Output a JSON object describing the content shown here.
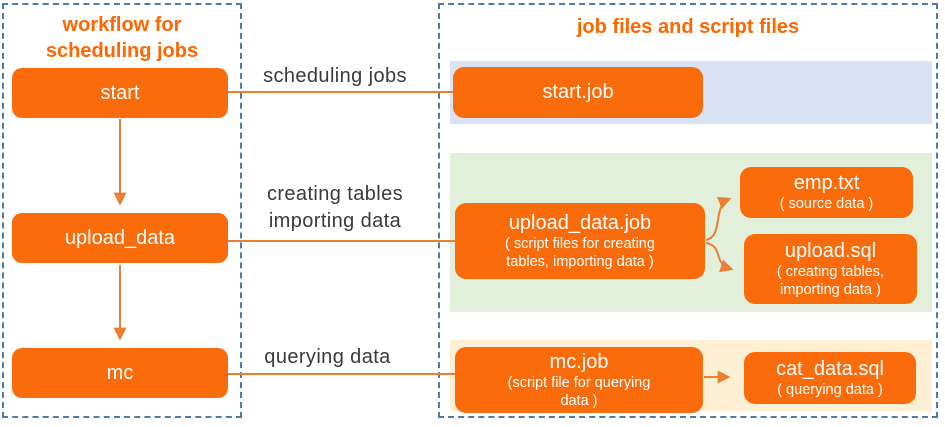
{
  "colors": {
    "box_orange": "#fa6b0c",
    "title_orange": "#ff6600",
    "connector_orange": "#ed7d31",
    "panel_border_blue": "#4e7ca6",
    "band_blue": "#dae3f3",
    "band_green": "#e2efda",
    "band_cream": "#fcefd4",
    "label_text": "#3a3a3a"
  },
  "left_panel": {
    "title": "workflow for\nscheduling jobs",
    "nodes": [
      {
        "label": "start"
      },
      {
        "label": "upload_data"
      },
      {
        "label": "mc"
      }
    ]
  },
  "connectors": [
    {
      "label": "scheduling jobs"
    },
    {
      "label": "creating tables\nimporting data"
    },
    {
      "label": "querying data"
    }
  ],
  "right_panel": {
    "title": "job files and script files",
    "rows": [
      {
        "band_color": "#dae3f3",
        "files": [
          {
            "name": "start.job",
            "description": ""
          }
        ]
      },
      {
        "band_color": "#e2efda",
        "files": [
          {
            "name": "upload_data.job",
            "description": "( script files for creating\ntables, importing data )"
          },
          {
            "name": "emp.txt",
            "description": "( source data )"
          },
          {
            "name": "upload.sql",
            "description": "( creating tables,\nimporting data )"
          }
        ]
      },
      {
        "band_color": "#fcefd4",
        "files": [
          {
            "name": "mc.job",
            "description": "(script file for querying\ndata )"
          },
          {
            "name": "cat_data.sql",
            "description": "( querying data )"
          }
        ]
      }
    ]
  }
}
